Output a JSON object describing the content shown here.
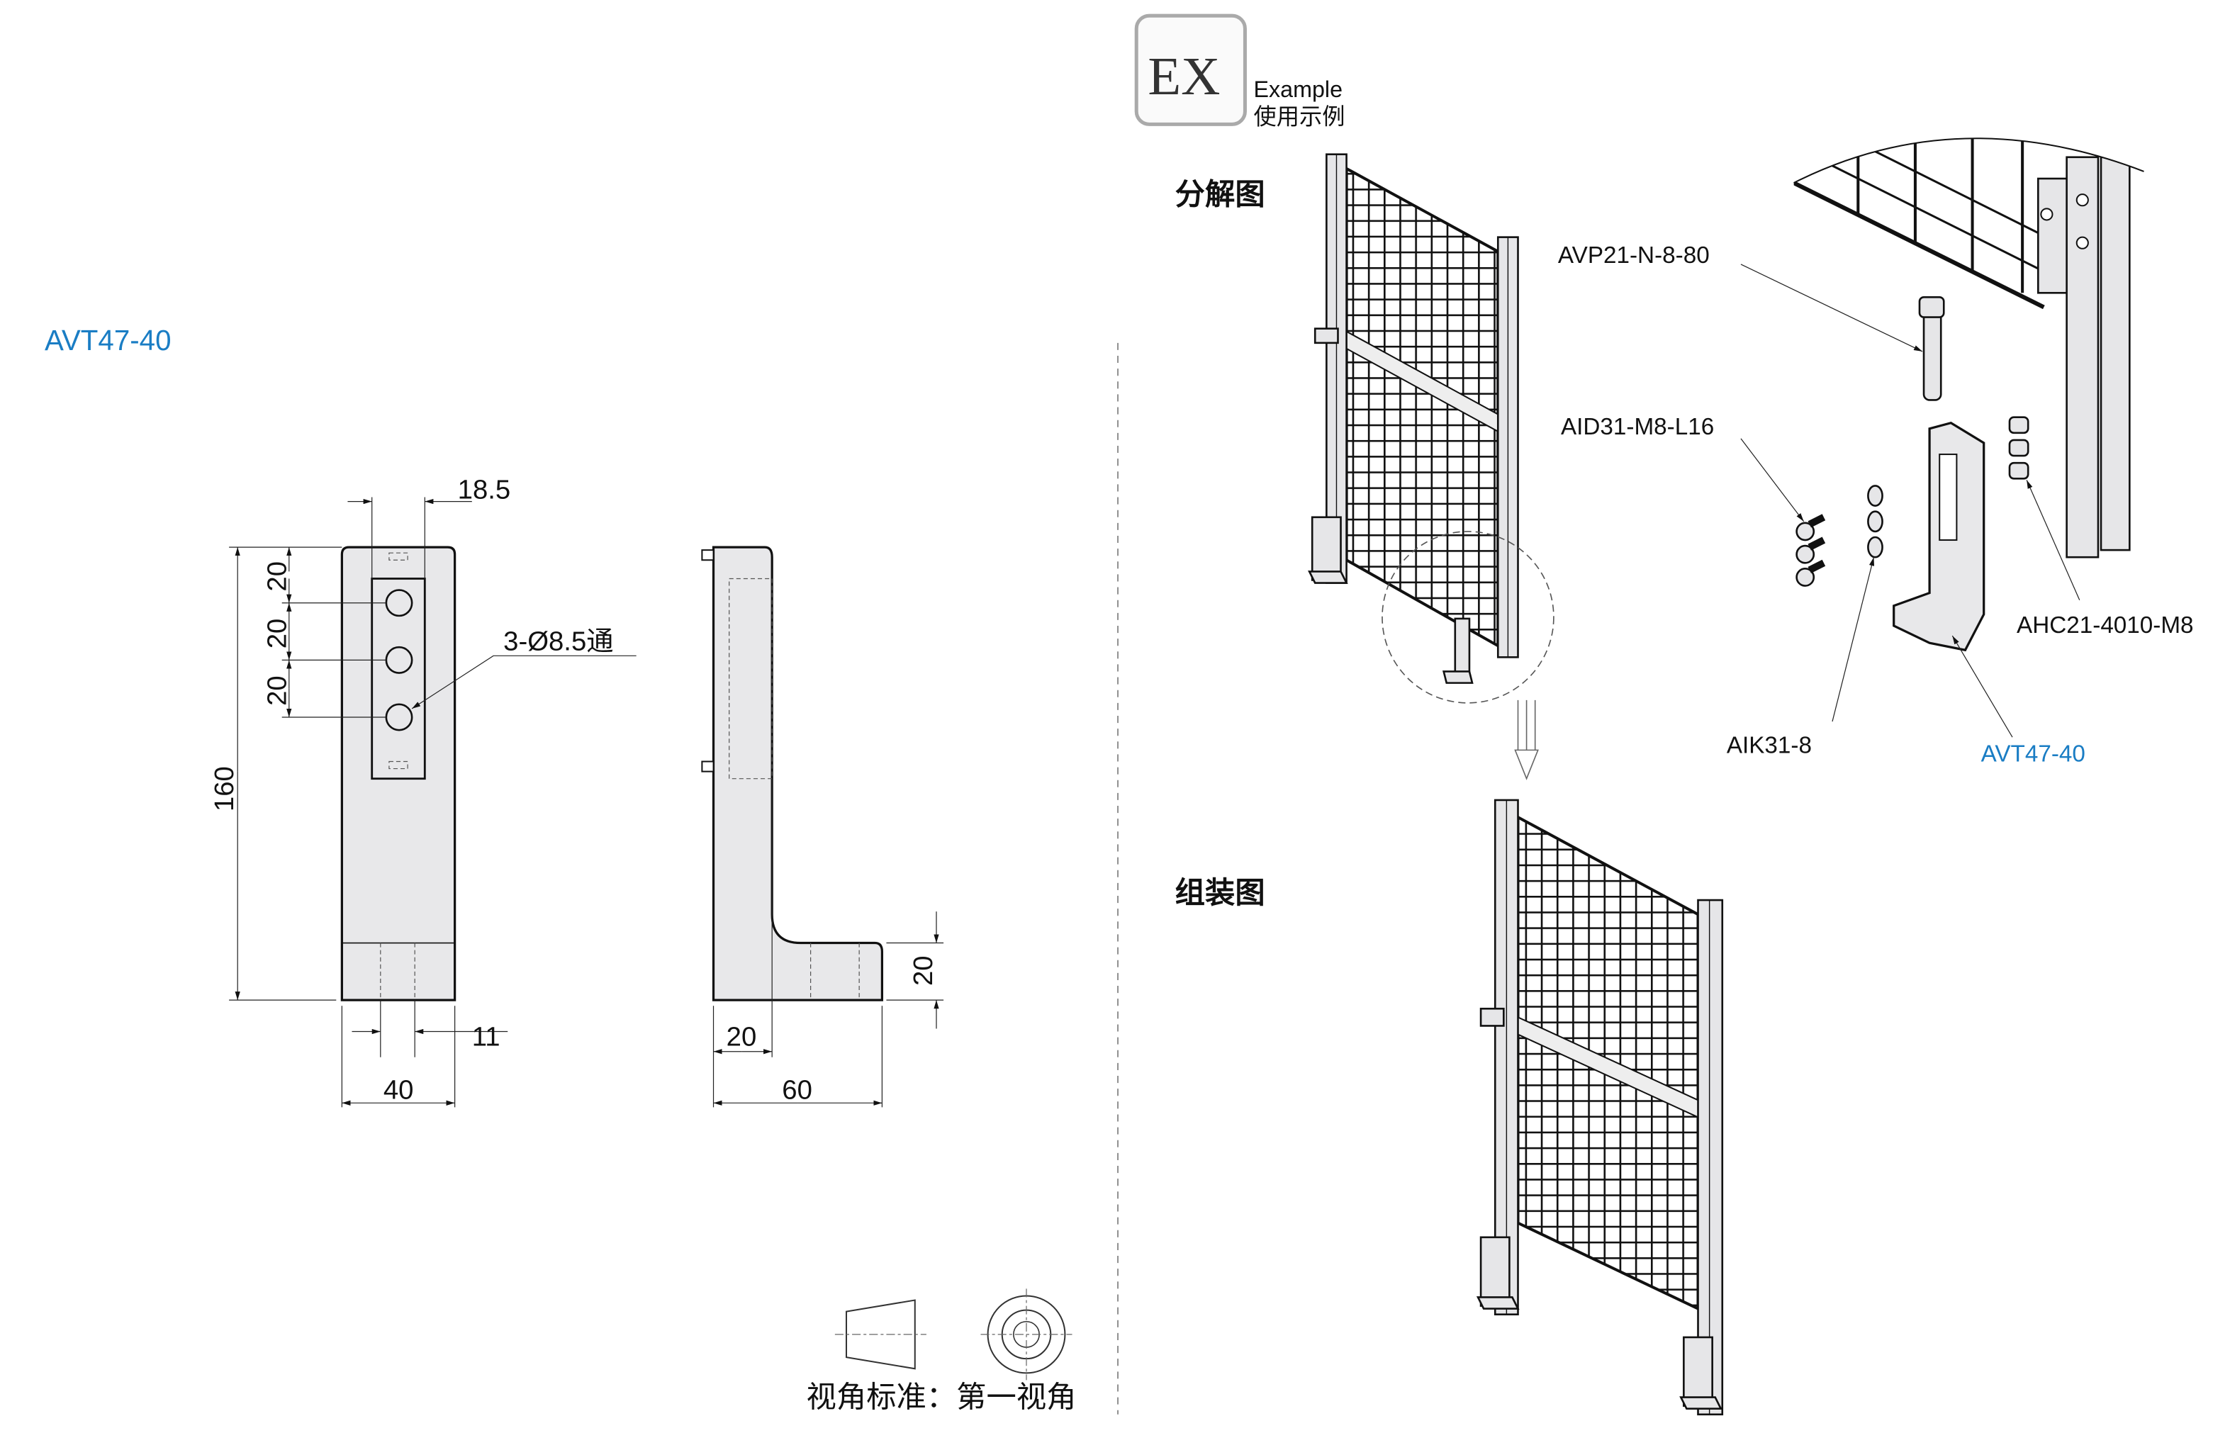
{
  "title": "AVT47-40",
  "front_view": {
    "dim_top": "18.5",
    "dim_pitch": [
      "20",
      "20",
      "20"
    ],
    "dim_height": "160",
    "hole_note": "3-Ø8.5通",
    "dim_offset": "11",
    "dim_width": "40"
  },
  "side_view": {
    "dim_foot_height": "20",
    "dim_thickness": "20",
    "dim_length": "60"
  },
  "projection": {
    "label": "视角标准：第一视角"
  },
  "example": {
    "logo": "EX",
    "label_en": "Example",
    "label_cn": "使用示例"
  },
  "exploded_heading": "分解图",
  "assembled_heading": "组装图",
  "callouts": {
    "bolt": "AVP21-N-8-80",
    "screw": "AID31-M8-L16",
    "nut": "AHC21-4010-M8",
    "washer": "AIK31-8",
    "bracket": "AVT47-40"
  },
  "colors": {
    "accent": "#1a7dc4",
    "part_fill": "#e8e8ea"
  }
}
